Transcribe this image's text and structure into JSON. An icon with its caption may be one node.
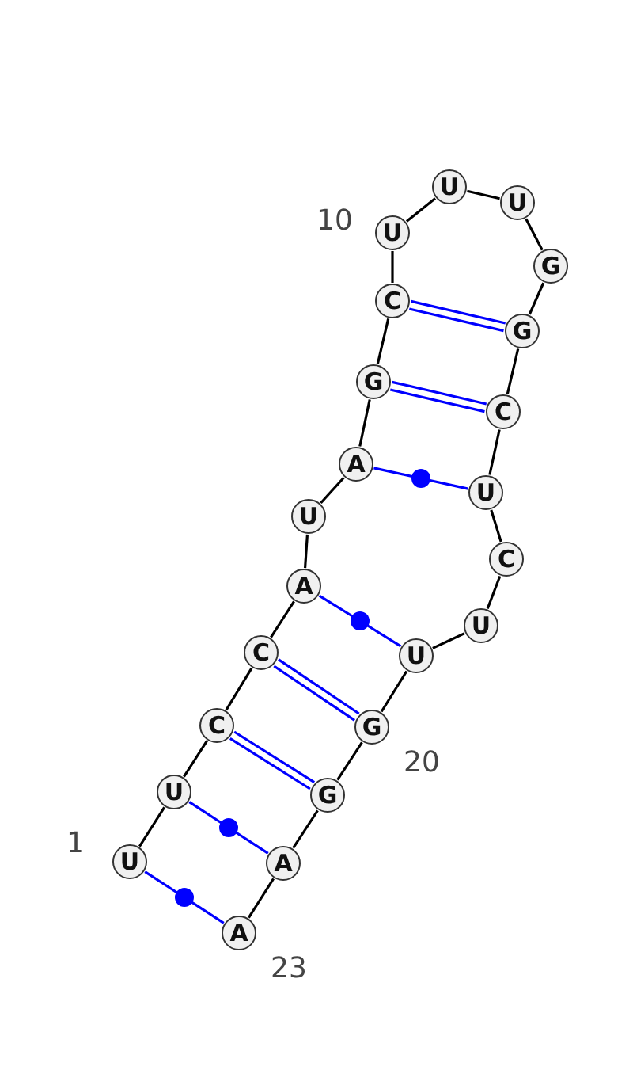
{
  "diagram": {
    "nodes": [
      {
        "text": [
          "U"
        ],
        "beside": [
          "1"
        ]
      },
      {
        "text": [
          "U"
        ]
      },
      {
        "text": [
          "C"
        ]
      },
      {
        "text": [
          "C"
        ]
      },
      {
        "text": [
          "A"
        ]
      },
      {
        "text": [
          "U"
        ]
      },
      {
        "text": [
          "A"
        ]
      },
      {
        "text": [
          "G"
        ]
      },
      {
        "text": [
          "C"
        ]
      },
      {
        "text": [
          "U"
        ],
        "beside": [
          "10"
        ]
      },
      {
        "text": [
          "U"
        ]
      },
      {
        "text": [
          "U"
        ]
      },
      {
        "text": [
          "G"
        ]
      },
      {
        "text": [
          "G"
        ]
      },
      {
        "text": [
          "C"
        ]
      },
      {
        "text": [
          "U"
        ]
      },
      {
        "text": [
          "C"
        ]
      },
      {
        "text": [
          "U"
        ]
      },
      {
        "text": [
          "U"
        ]
      },
      {
        "text": [
          "G"
        ],
        "beside": [
          "20"
        ]
      },
      {
        "text": [
          "G"
        ]
      },
      {
        "text": [
          "A"
        ]
      },
      {
        "text": [
          "A"
        ],
        "beside": [
          "23"
        ]
      }
    ],
    "edges": [
      {
        "from": 0,
        "to": 1,
        "arrow": "none"
      },
      {
        "from": 1,
        "to": 2,
        "arrow": "none"
      },
      {
        "from": 2,
        "to": 3,
        "arrow": "none"
      },
      {
        "from": 3,
        "to": 4,
        "arrow": "none"
      },
      {
        "from": 4,
        "to": 5,
        "arrow": "none"
      },
      {
        "from": 5,
        "to": 6,
        "arrow": "none"
      },
      {
        "from": 6,
        "to": 7,
        "arrow": "none"
      },
      {
        "from": 7,
        "to": 8,
        "arrow": "none"
      },
      {
        "from": 8,
        "to": 9,
        "arrow": "none"
      },
      {
        "from": 9,
        "to": 10,
        "arrow": "none"
      },
      {
        "from": 10,
        "to": 11,
        "arrow": "none"
      },
      {
        "from": 11,
        "to": 12,
        "arrow": "none"
      },
      {
        "from": 12,
        "to": 13,
        "arrow": "none"
      },
      {
        "from": 13,
        "to": 14,
        "arrow": "none"
      },
      {
        "from": 14,
        "to": 15,
        "arrow": "none"
      },
      {
        "from": 15,
        "to": 16,
        "arrow": "none"
      },
      {
        "from": 16,
        "to": 17,
        "arrow": "none"
      },
      {
        "from": 17,
        "to": 18,
        "arrow": "none"
      },
      {
        "from": 18,
        "to": 19,
        "arrow": "none"
      },
      {
        "from": 19,
        "to": 20,
        "arrow": "none"
      },
      {
        "from": 20,
        "to": 21,
        "arrow": "none"
      },
      {
        "from": 21,
        "to": 22,
        "arrow": "none"
      },
      {
        "from": 0,
        "to": 22,
        "arrow": "none",
        "color": "#0000ff"
      },
      {
        "from": 1,
        "to": 21,
        "arrow": "none",
        "color": "#0000ff"
      },
      {
        "from": 2,
        "to": 20,
        "arrow": "none",
        "color": "#0000ff"
      },
      {
        "from": 3,
        "to": 19,
        "arrow": "none",
        "color": "#0000ff"
      },
      {
        "from": 4,
        "to": 18,
        "arrow": "none",
        "color": "#0000ff"
      },
      {
        "from": 6,
        "to": 15,
        "arrow": "none",
        "color": "#0000ff"
      },
      {
        "from": 7,
        "to": 14,
        "arrow": "none",
        "color": "#0000ff"
      },
      {
        "from": 8,
        "to": 13,
        "arrow": "none",
        "color": "#0000ff"
      }
    ]
  }
}
